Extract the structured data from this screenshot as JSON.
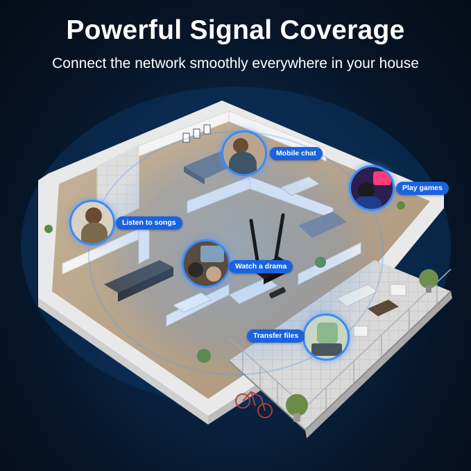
{
  "header": {
    "title": "Powerful Signal Coverage",
    "subtitle": "Connect the network smoothly everywhere in your house"
  },
  "callouts": [
    {
      "id": "mobile-chat",
      "label": "Mobile chat",
      "icon": "person-on-phone-photo"
    },
    {
      "id": "play-games",
      "label": "Play games",
      "icon": "gamer-photo"
    },
    {
      "id": "listen-to-songs",
      "label": "Listen to songs",
      "icon": "headphones-person-photo"
    },
    {
      "id": "watch-a-drama",
      "label": "Watch a drama",
      "icon": "tv-viewers-photo"
    },
    {
      "id": "transfer-files",
      "label": "Transfer files",
      "icon": "laptop-user-photo"
    }
  ],
  "colors": {
    "background": "#061322",
    "coverage_glow": "#3d8bf0",
    "label_fill": "#1a63e0",
    "walls": "#f2f2f2",
    "floor_wood": "#b9a48a"
  },
  "device": {
    "icon": "wifi-adapter-with-antennas"
  }
}
